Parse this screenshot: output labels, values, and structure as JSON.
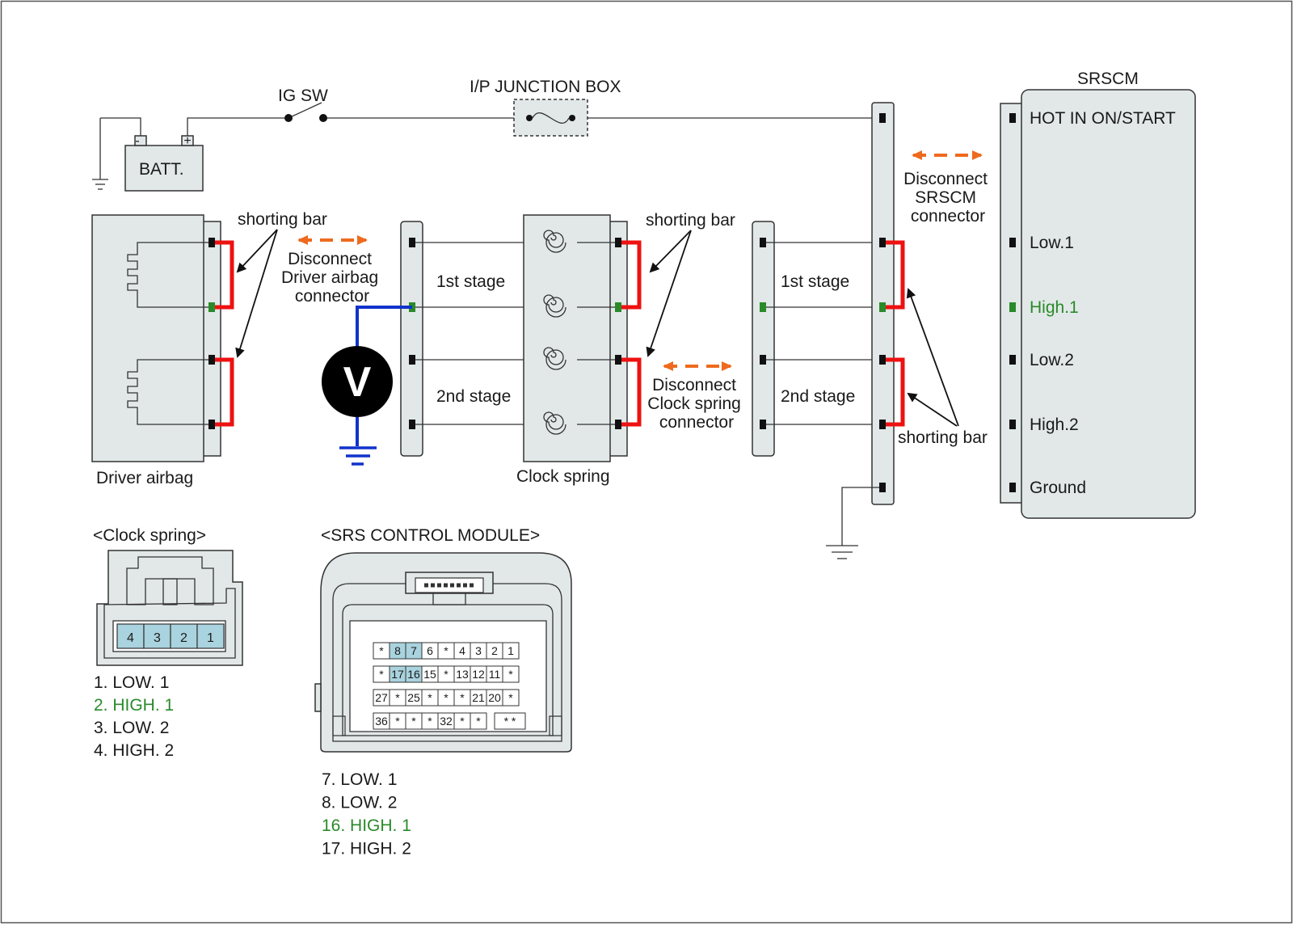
{
  "labels": {
    "ig_sw": "IG SW",
    "junction_box": "I/P JUNCTION BOX",
    "battery": "BATT.",
    "battery_neg": "-",
    "battery_pos": "+",
    "srscm_title": "SRSCM",
    "driver_airbag": "Driver airbag",
    "clock_spring": "Clock spring",
    "stage1_left": "1st stage",
    "stage2_left": "2nd stage",
    "stage1_right": "1st stage",
    "stage2_right": "2nd stage",
    "shorting_bar_1": "shorting bar",
    "shorting_bar_2": "shorting bar",
    "shorting_bar_3": "shorting bar",
    "voltmeter": "V"
  },
  "disconnect_notes": {
    "driver": [
      "Disconnect",
      "Driver airbag",
      "connector"
    ],
    "clock": [
      "Disconnect",
      "Clock spring",
      "connector"
    ],
    "srscm": [
      "Disconnect",
      "SRSCM",
      "connector"
    ]
  },
  "srscm_pins": [
    {
      "label": "HOT IN ON/START",
      "color": "#1a1a1a"
    },
    {
      "label": "Low.1",
      "color": "#1a1a1a"
    },
    {
      "label": "High.1",
      "color": "#2a8a2a"
    },
    {
      "label": "Low.2",
      "color": "#1a1a1a"
    },
    {
      "label": "High.2",
      "color": "#1a1a1a"
    },
    {
      "label": "Ground",
      "color": "#1a1a1a"
    }
  ],
  "clock_spring_connector": {
    "title": "<Clock spring>",
    "pins": [
      "4",
      "3",
      "2",
      "1"
    ],
    "legend": [
      {
        "text": "1. LOW. 1",
        "color": "#1a1a1a"
      },
      {
        "text": "2. HIGH. 1",
        "color": "#2a8a2a"
      },
      {
        "text": "3. LOW. 2",
        "color": "#1a1a1a"
      },
      {
        "text": "4. HIGH. 2",
        "color": "#1a1a1a"
      }
    ]
  },
  "srs_module_connector": {
    "title": "<SRS CONTROL MODULE>",
    "rows": [
      [
        "*",
        "8",
        "7",
        "6",
        "*",
        "4",
        "3",
        "2",
        "1"
      ],
      [
        "*",
        "17",
        "16",
        "15",
        "*",
        "13",
        "12",
        "11",
        "*"
      ],
      [
        "27",
        "*",
        "25",
        "*",
        "*",
        "*",
        "21",
        "20",
        "*"
      ],
      [
        "36",
        "*",
        "*",
        "*",
        "32",
        "*",
        "*",
        "",
        "* *"
      ]
    ],
    "highlighted": [
      "8",
      "7",
      "17",
      "16"
    ],
    "legend": [
      {
        "text": "7. LOW. 1",
        "color": "#1a1a1a"
      },
      {
        "text": "8. LOW. 2",
        "color": "#1a1a1a"
      },
      {
        "text": "16. HIGH. 1",
        "color": "#2a8a2a"
      },
      {
        "text": "17. HIGH. 2",
        "color": "#1a1a1a"
      }
    ]
  },
  "colors": {
    "shorting_bar": "#ee1111",
    "disconnect_arrow": "#ee6a1e",
    "probe_wire": "#1133cc",
    "highlight_pin": "#2a8a2a",
    "connector_fill": "#e2e8e8",
    "pin_highlight_fill": "#a9d3de"
  }
}
